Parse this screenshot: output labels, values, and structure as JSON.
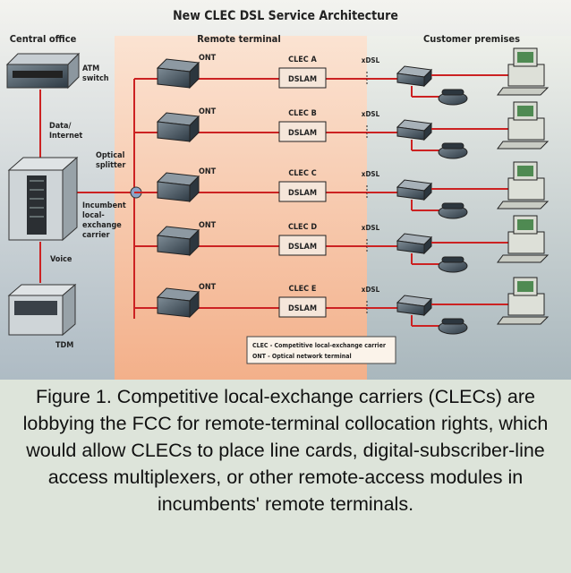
{
  "title": "New CLEC DSL Service Architecture",
  "sections": {
    "central_office": "Central office",
    "remote_terminal": "Remote terminal",
    "customer_premises": "Customer premises"
  },
  "central_office": {
    "atm_switch": [
      "ATM",
      "switch"
    ],
    "data_internet": [
      "Data/",
      "Internet"
    ],
    "optical_splitter": [
      "Optical",
      "splitter"
    ],
    "ilec": [
      "Incumbent",
      "local-",
      "exchange",
      "carrier"
    ],
    "voice": "Voice",
    "tdm": "TDM"
  },
  "remote_rows": [
    {
      "ont": "ONT",
      "clec": "CLEC A",
      "dslam": "DSLAM",
      "xdsl": "xDSL"
    },
    {
      "ont": "ONT",
      "clec": "CLEC B",
      "dslam": "DSLAM",
      "xdsl": "xDSL"
    },
    {
      "ont": "ONT",
      "clec": "CLEC C",
      "dslam": "DSLAM",
      "xdsl": "xDSL"
    },
    {
      "ont": "ONT",
      "clec": "CLEC D",
      "dslam": "DSLAM",
      "xdsl": "xDSL"
    },
    {
      "ont": "ONT",
      "clec": "CLEC E",
      "dslam": "DSLAM",
      "xdsl": "xDSL"
    }
  ],
  "legend": [
    "CLEC - Competitive local-exchange carrier",
    "ONT - Optical network terminal"
  ],
  "caption": "Figure 1. Competitive local-exchange carriers (CLECs) are lobbying the FCC for remote-terminal collocation rights, which would allow CLECs to place line cards, digital-subscriber-line access multiplexers, or other remote-access modules in incumbents' remote terminals.",
  "colors": {
    "remote_terminal_bg": "#f7c4a4",
    "premises_bg": "#cfd6cc",
    "line": "#cc2222",
    "device": "#3d4a55"
  }
}
